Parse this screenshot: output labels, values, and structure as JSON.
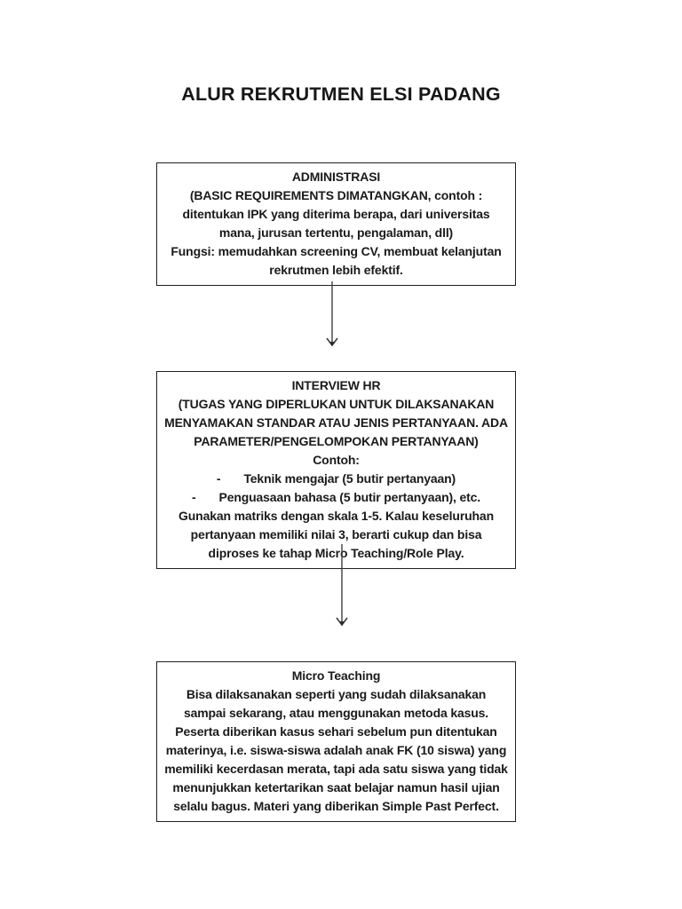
{
  "page": {
    "title": "ALUR REKRUTMEN ELSI PADANG"
  },
  "flow": {
    "boxes": [
      {
        "title": "ADMINISTRASI",
        "p1": "(BASIC REQUIREMENTS DIMATANGKAN, contoh : ditentukan IPK yang diterima berapa, dari universitas mana, jurusan tertentu, pengalaman, dll)",
        "p2": "Fungsi: memudahkan screening CV, membuat kelanjutan rekrutmen lebih efektif."
      },
      {
        "title": "INTERVIEW HR",
        "p1": "(TUGAS YANG DIPERLUKAN UNTUK DILAKSANAKAN MENYAMAKAN STANDAR ATAU JENIS PERTANYAAN. ADA PARAMETER/PENGELOMPOKAN PERTANYAAN)",
        "p2": "Contoh:",
        "bullets": [
          {
            "marker": "-",
            "text": "Teknik mengajar (5 butir pertanyaan)"
          },
          {
            "marker": "-",
            "text": "Penguasaan bahasa (5 butir pertanyaan), etc."
          }
        ],
        "p3": "Gunakan matriks dengan skala 1-5. Kalau keseluruhan pertanyaan memiliki nilai 3, berarti cukup dan bisa diproses ke tahap Micro Teaching/Role Play."
      },
      {
        "title": "Micro Teaching",
        "p1": "Bisa dilaksanakan seperti yang sudah dilaksanakan sampai sekarang, atau menggunakan metoda kasus.",
        "p2": "Peserta diberikan kasus sehari sebelum pun ditentukan materinya, i.e. siswa-siswa adalah anak FK (10 siswa) yang memiliki kecerdasan merata, tapi ada satu siswa yang tidak menunjukkan ketertarikan saat belajar namun hasil ujian selalu bagus. Materi yang diberikan Simple Past Perfect."
      }
    ],
    "colors": {
      "text": "#1a1a1a",
      "box_border": "#1f1f1f",
      "arrow": "#3d3d3d",
      "background": "#ffffff"
    }
  }
}
